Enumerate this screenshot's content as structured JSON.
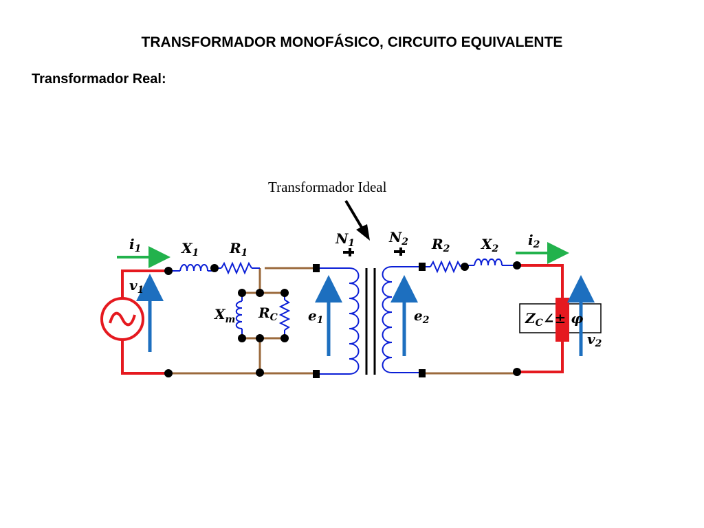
{
  "title": "TRANSFORMADOR MONOFÁSICO, CIRCUITO EQUIVALENTE",
  "subtitle": "Transformador Real:",
  "callout": "Transformador Ideal",
  "labels": {
    "i1": {
      "base": "i",
      "sub": "1"
    },
    "v1": {
      "base": "v",
      "sub": "1"
    },
    "x1": {
      "base": "X",
      "sub": "1"
    },
    "r1": {
      "base": "R",
      "sub": "1"
    },
    "xm": {
      "base": "X",
      "sub": "m"
    },
    "rc": {
      "base": "R",
      "sub": "C"
    },
    "e1": {
      "base": "e",
      "sub": "1"
    },
    "n1": {
      "base": "N",
      "sub": "1"
    },
    "n2": {
      "base": "N",
      "sub": "2"
    },
    "e2": {
      "base": "e",
      "sub": "2"
    },
    "r2": {
      "base": "R",
      "sub": "2"
    },
    "x2": {
      "base": "X",
      "sub": "2"
    },
    "i2": {
      "base": "i",
      "sub": "2"
    },
    "v2": {
      "base": "v",
      "sub": "2"
    },
    "zc": {
      "base": "Z",
      "sub": "C",
      "rest": "∠± φ"
    }
  },
  "colors": {
    "red_wire": "#e5191f",
    "brown_wire": "#9b6a3c",
    "blue_wire": "#0a1ed6",
    "blue_arrow": "#1d6fbf",
    "green_arrow": "#22b24c",
    "node": "#000000"
  }
}
